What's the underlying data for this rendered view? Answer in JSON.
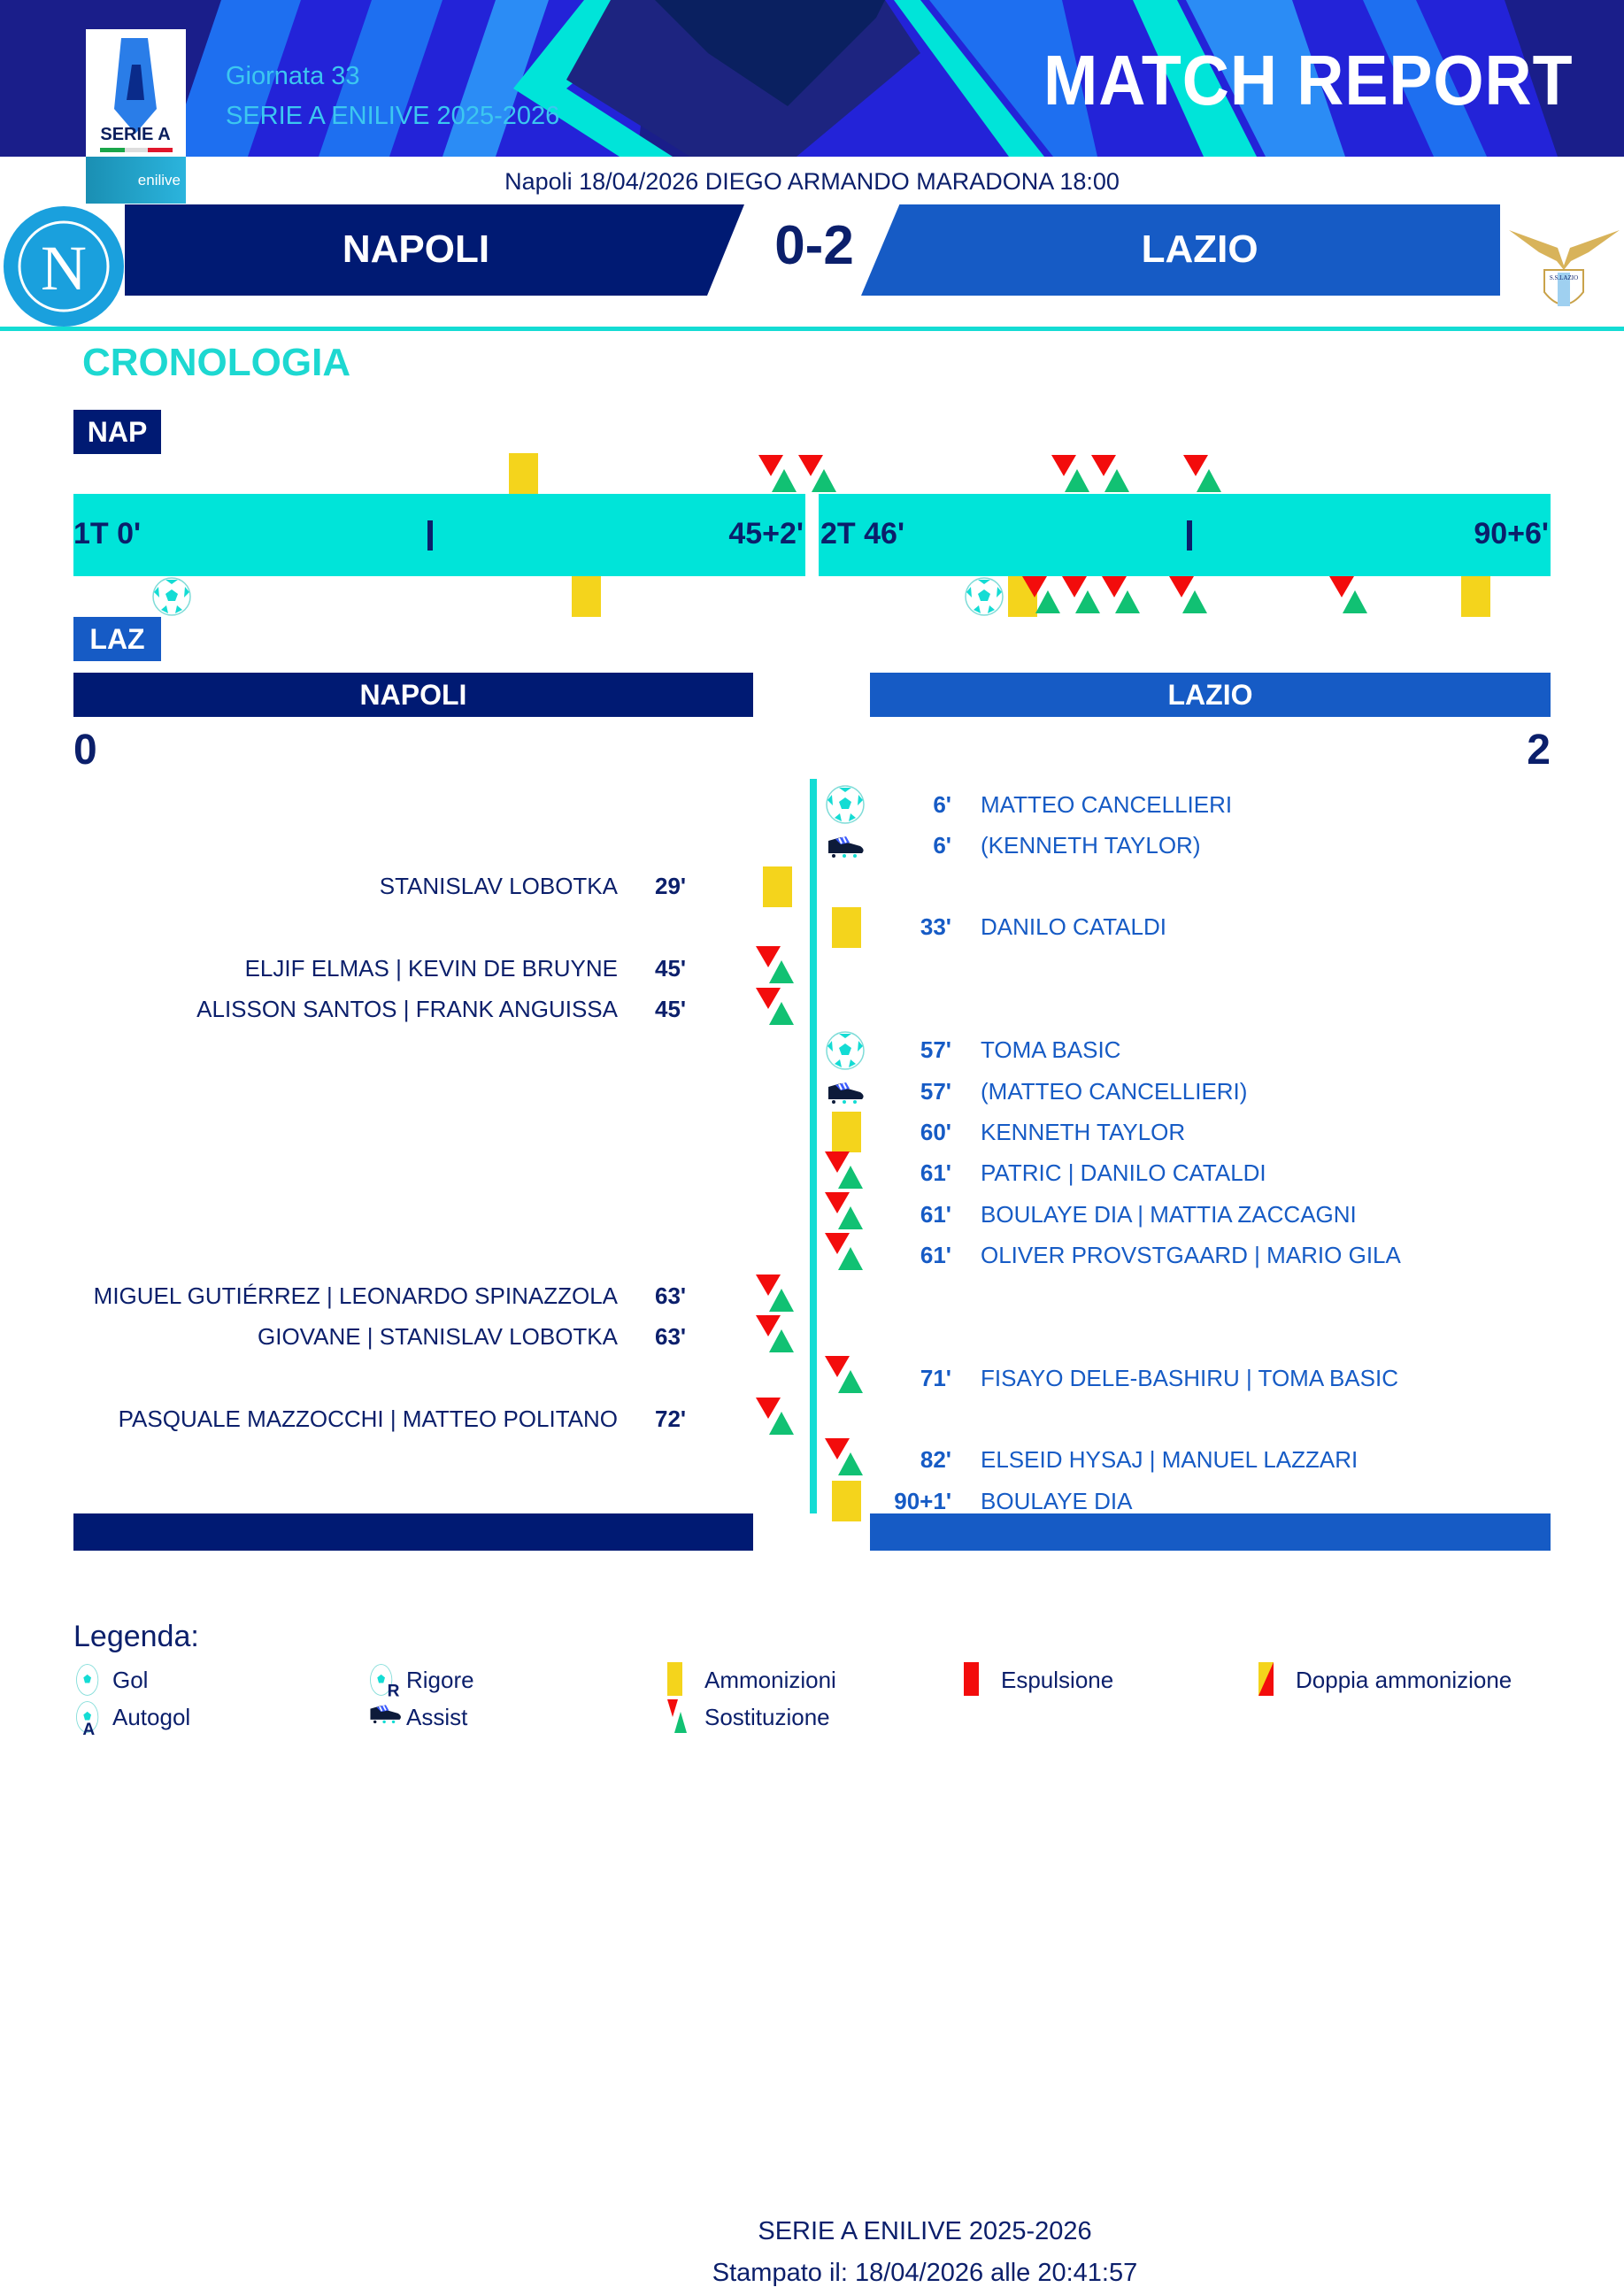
{
  "header": {
    "title": "MATCH REPORT",
    "round": "Giornata 33",
    "competition": "SERIE A ENILIVE 2025-2026",
    "league_logo_text": "SERIE A",
    "sponsor_logo_text": "enilive",
    "match_info": "Napoli 18/04/2026 DIEGO ARMANDO MARADONA 18:00",
    "home_team": "NAPOLI",
    "away_team": "LAZIO",
    "score": "0-2",
    "home_crest_letter": "N",
    "away_crest_text": "S.S.LAZIO"
  },
  "colors": {
    "home": "#001a73",
    "away": "#165bc5",
    "accent": "#00e4d9",
    "yellow_card": "#f4d41c",
    "red_card": "#f30c0c",
    "sub_in": "#11c173",
    "sub_out": "#f30c0c"
  },
  "timeline": {
    "section_title": "CRONOLOGIA",
    "home_abbr": "NAP",
    "away_abbr": "LAZ",
    "first_half": {
      "start_label": "1T 0'",
      "end_label": "45+2'",
      "start": 0,
      "end": 47
    },
    "second_half": {
      "start_label": "2T 46'",
      "end_label": "90+6'",
      "start": 46,
      "end": 96
    },
    "home_events": [
      {
        "type": "yellow-card",
        "minute": 29
      },
      {
        "type": "substitution",
        "minute": 45
      },
      {
        "type": "substitution",
        "minute": 45
      },
      {
        "type": "substitution",
        "minute": 63
      },
      {
        "type": "substitution",
        "minute": 63
      },
      {
        "type": "substitution",
        "minute": 72
      }
    ],
    "away_events": [
      {
        "type": "goal",
        "minute": 6
      },
      {
        "type": "yellow-card",
        "minute": 33
      },
      {
        "type": "goal",
        "minute": 57
      },
      {
        "type": "yellow-card",
        "minute": 60
      },
      {
        "type": "substitution",
        "minute": 61
      },
      {
        "type": "substitution",
        "minute": 61
      },
      {
        "type": "substitution",
        "minute": 61
      },
      {
        "type": "substitution",
        "minute": 71
      },
      {
        "type": "substitution",
        "minute": 82
      },
      {
        "type": "yellow-card",
        "minute": 91
      }
    ]
  },
  "summary": {
    "home_team": "NAPOLI",
    "away_team": "LAZIO",
    "home_goals": "0",
    "away_goals": "2",
    "events": [
      {
        "side": "away",
        "type": "goal",
        "minute": "6'",
        "text": "MATTEO CANCELLIERI"
      },
      {
        "side": "away",
        "type": "assist",
        "minute": "6'",
        "text": "(KENNETH TAYLOR)"
      },
      {
        "side": "home",
        "type": "yellow-card",
        "minute": "29'",
        "text": "STANISLAV LOBOTKA"
      },
      {
        "side": "away",
        "type": "yellow-card",
        "minute": "33'",
        "text": "DANILO CATALDI"
      },
      {
        "side": "home",
        "type": "substitution",
        "minute": "45'",
        "text": "ELJIF ELMAS | KEVIN DE BRUYNE"
      },
      {
        "side": "home",
        "type": "substitution",
        "minute": "45'",
        "text": "ALISSON SANTOS | FRANK ANGUISSA"
      },
      {
        "side": "away",
        "type": "goal",
        "minute": "57'",
        "text": "TOMA BASIC"
      },
      {
        "side": "away",
        "type": "assist",
        "minute": "57'",
        "text": "(MATTEO CANCELLIERI)"
      },
      {
        "side": "away",
        "type": "yellow-card",
        "minute": "60'",
        "text": "KENNETH TAYLOR"
      },
      {
        "side": "away",
        "type": "substitution",
        "minute": "61'",
        "text": "PATRIC | DANILO CATALDI"
      },
      {
        "side": "away",
        "type": "substitution",
        "minute": "61'",
        "text": "BOULAYE DIA | MATTIA ZACCAGNI"
      },
      {
        "side": "away",
        "type": "substitution",
        "minute": "61'",
        "text": "OLIVER PROVSTGAARD | MARIO GILA"
      },
      {
        "side": "home",
        "type": "substitution",
        "minute": "63'",
        "text": "MIGUEL GUTIÉRREZ | LEONARDO SPINAZZOLA"
      },
      {
        "side": "home",
        "type": "substitution",
        "minute": "63'",
        "text": "GIOVANE | STANISLAV LOBOTKA"
      },
      {
        "side": "away",
        "type": "substitution",
        "minute": "71'",
        "text": "FISAYO DELE-BASHIRU | TOMA BASIC"
      },
      {
        "side": "home",
        "type": "substitution",
        "minute": "72'",
        "text": "PASQUALE MAZZOCCHI | MATTEO POLITANO"
      },
      {
        "side": "away",
        "type": "substitution",
        "minute": "82'",
        "text": "ELSEID HYSAJ | MANUEL LAZZARI"
      },
      {
        "side": "away",
        "type": "yellow-card",
        "minute": "90+1'",
        "text": "BOULAYE DIA"
      }
    ]
  },
  "legend": {
    "title": "Legenda:",
    "items": [
      {
        "icon": "goal",
        "label": "Gol"
      },
      {
        "icon": "penalty",
        "label": "Rigore"
      },
      {
        "icon": "yellow-card",
        "label": "Ammonizioni"
      },
      {
        "icon": "red-card",
        "label": "Espulsione"
      },
      {
        "icon": "second-yellow",
        "label": "Doppia ammonizione"
      },
      {
        "icon": "own-goal",
        "label": "Autogol"
      },
      {
        "icon": "assist",
        "label": "Assist"
      },
      {
        "icon": "substitution",
        "label": "Sostituzione"
      }
    ]
  },
  "footer": {
    "competition": "SERIE A ENILIVE 2025-2026",
    "printed": "Stampato il: 18/04/2026 alle 20:41:57"
  }
}
